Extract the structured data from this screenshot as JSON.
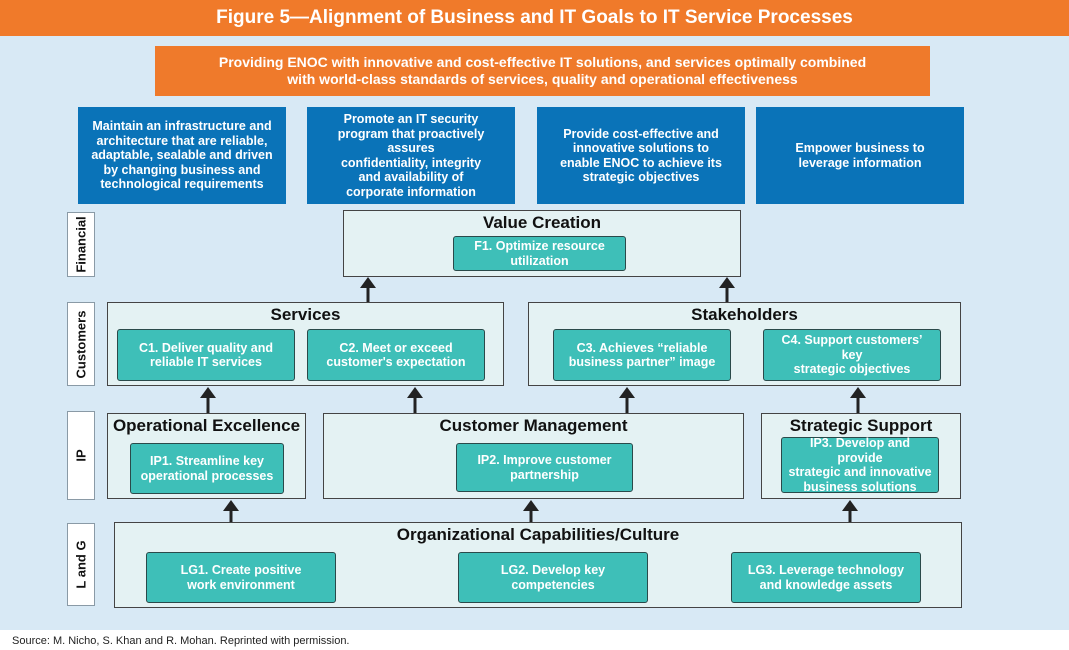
{
  "title": "Figure 5—Alignment of Business and IT Goals to IT Service Processes",
  "mission": "Providing ENOC with innovative and cost-effective IT solutions, and services optimally combined\nwith world-class standards of services, quality and operational effectiveness",
  "goals": [
    "Maintain an infrastructure and\narchitecture that are reliable,\nadaptable, sealable and driven\nby changing business and\ntechnological requirements",
    "Promote an IT security\nprogram that proactively assures\nconfidentiality, integrity\nand availability of\ncorporate information",
    "Provide cost-effective and\ninnovative solutions to\nenable ENOC to achieve its\nstrategic objectives",
    "Empower business to\nleverage information"
  ],
  "perspectives": [
    "Financial",
    "Customers",
    "IP",
    "L and G"
  ],
  "groups": {
    "value_creation": "Value Creation",
    "services": "Services",
    "stakeholders": "Stakeholders",
    "operational_excellence": "Operational Excellence",
    "customer_management": "Customer Management",
    "strategic_support": "Strategic Support",
    "org_capabilities": "Organizational Capabilities/Culture"
  },
  "objectives": {
    "f1": "F1. Optimize resource\nutilization",
    "c1": "C1. Deliver quality and\nreliable IT services",
    "c2": "C2. Meet or exceed\ncustomer's expectation",
    "c3": "C3. Achieves “reliable\nbusiness partner” image",
    "c4": "C4. Support customers’ key\nstrategic objectives",
    "ip1": "IP1. Streamline key\noperational processes",
    "ip2": "IP2. Improve customer\npartnership",
    "ip3": "IP3. Develop and provide\nstrategic and innovative\nbusiness solutions",
    "lg1": "LG1. Create positive\nwork environment",
    "lg2": "LG2. Develop key\ncompetencies",
    "lg3": "LG3. Leverage technology\nand knowledge assets"
  },
  "source": "Source:  M. Nicho, S. Khan and R. Mohan. Reprinted with permission.",
  "colors": {
    "title_bar": "#f07a2a",
    "panel": "#d8e9f5",
    "goal_box": "#0a73b8",
    "objective_box": "#3ebfb8",
    "group_fill": "#e4f2f3"
  }
}
